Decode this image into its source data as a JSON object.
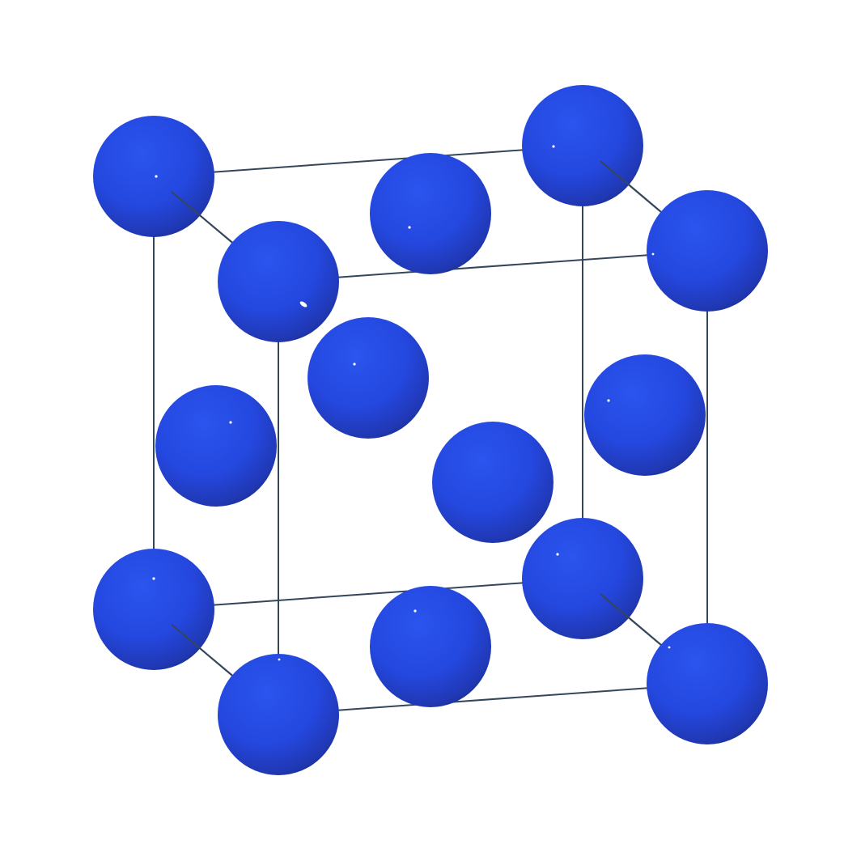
{
  "structure": {
    "lattice_type": "face-centered cubic",
    "atom_color": "#2448e0",
    "atom_shadow_color": "#1a2f8f",
    "highlight_color": "#ffffff",
    "edge_color": "#34465a",
    "corner_atom_count": 8,
    "face_center_atom_count": 6
  }
}
